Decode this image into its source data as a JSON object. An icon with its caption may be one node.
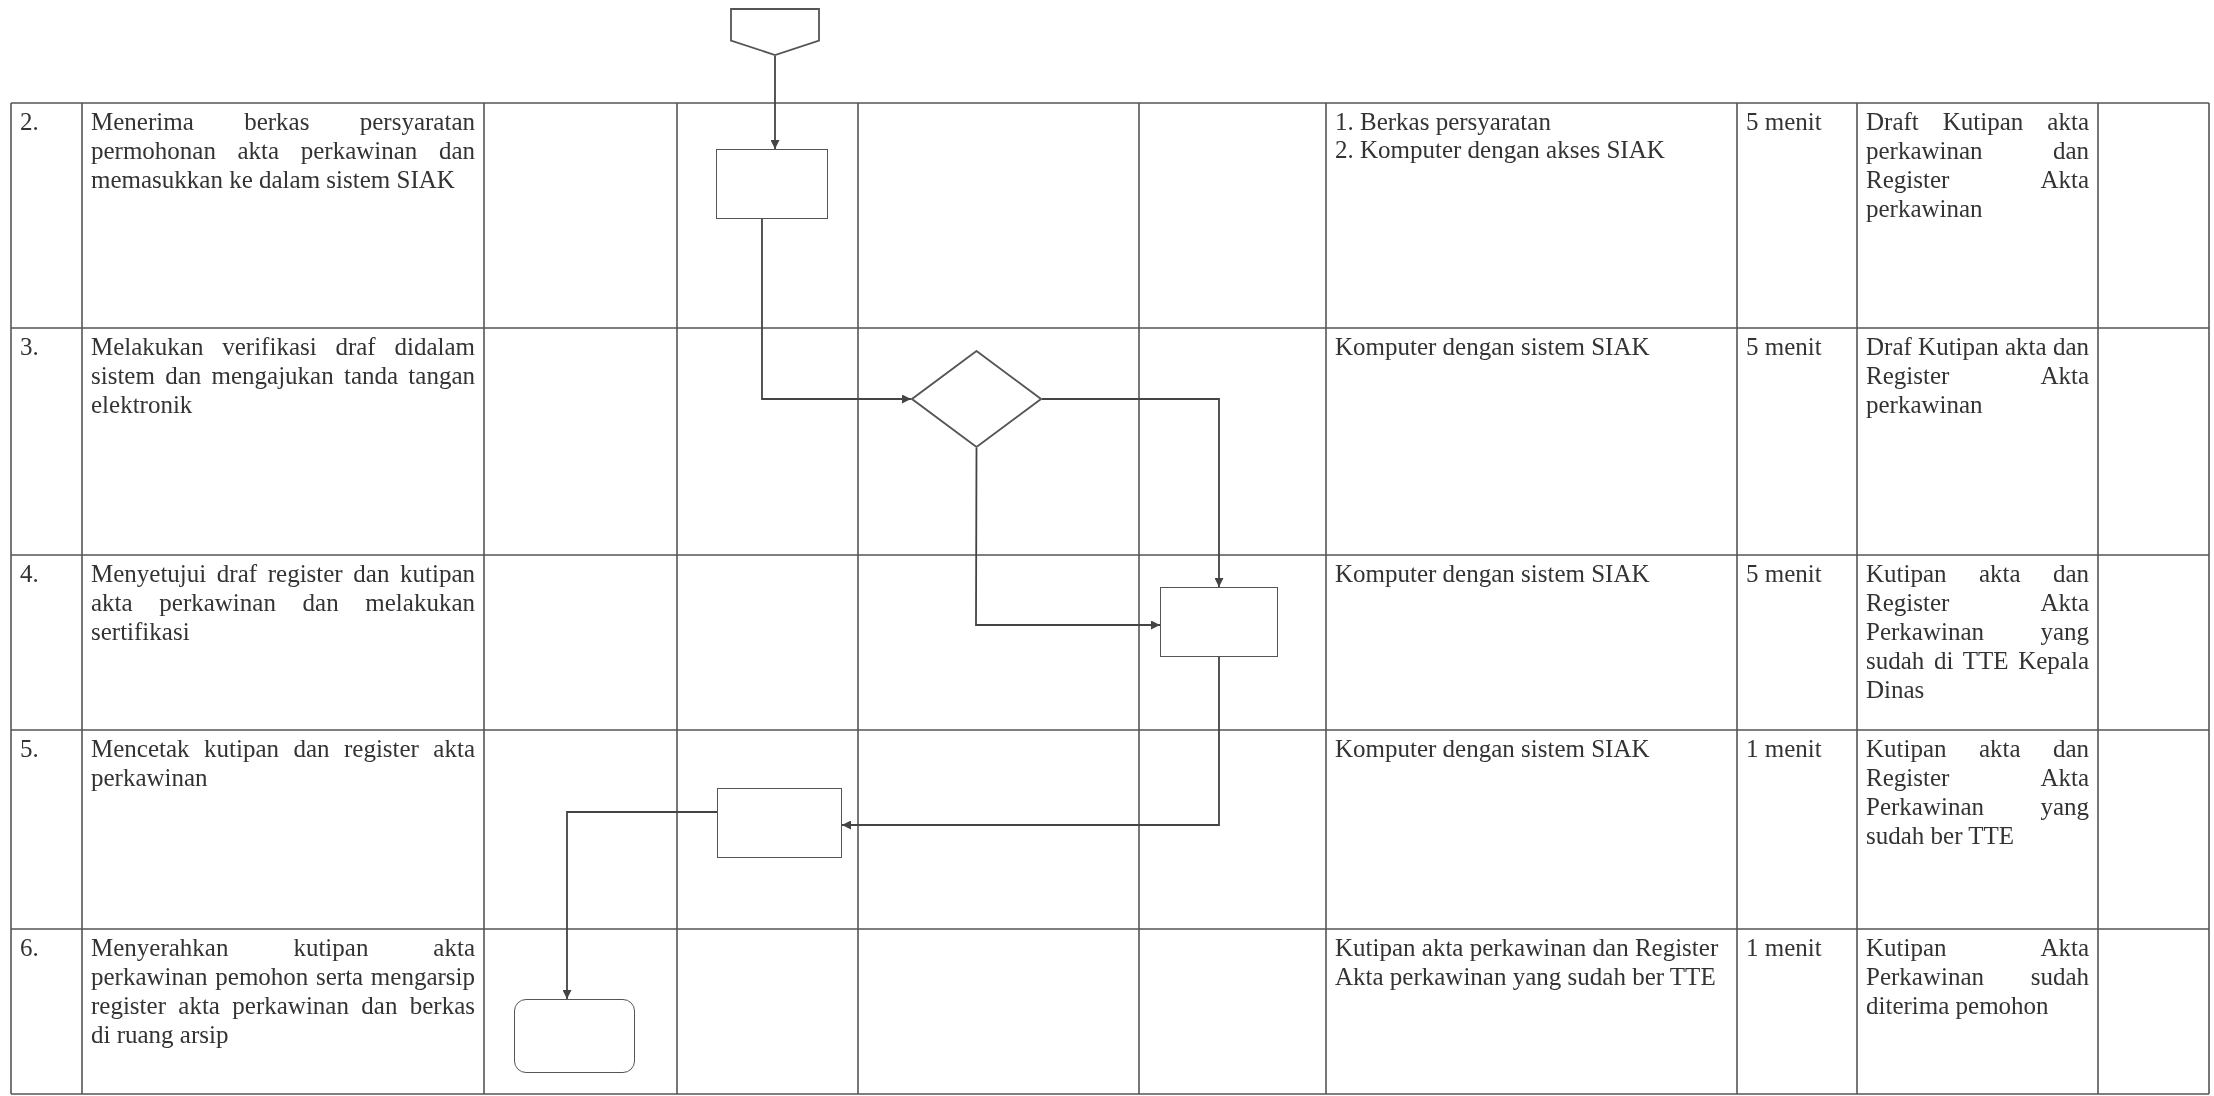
{
  "diagram": {
    "nodes": [
      {
        "text": [],
        "shape": "pentagon"
      },
      {
        "text": [],
        "shape": "box"
      },
      {
        "text": [],
        "shape": "diamond"
      },
      {
        "text": [],
        "shape": "box"
      },
      {
        "text": [],
        "shape": "box"
      },
      {
        "text": [],
        "shape": "terminal"
      }
    ],
    "edges": [
      {
        "from": 0,
        "to": 1,
        "arrow": "to"
      },
      {
        "from": 1,
        "to": 2,
        "arrow": "to"
      },
      {
        "from": 2,
        "to": 3,
        "arrow": "to"
      },
      {
        "from": 2,
        "to": 3,
        "arrow": "to"
      },
      {
        "from": 3,
        "to": 4,
        "arrow": "to"
      },
      {
        "from": 4,
        "to": 5,
        "arrow": "to"
      }
    ],
    "labels": [
      "2.",
      "Menerima berkas persyaratan permohonan akta perkawinan dan memasukkan ke dalam sistem SIAK",
      "1. Berkas persyaratan",
      "2. Komputer dengan akses SIAK",
      "5 menit",
      "Draft Kutipan akta perkawinan dan Register Akta perkawinan",
      "3.",
      "Melakukan verifikasi draf didalam sistem dan mengajukan tanda tangan elektronik",
      "Komputer dengan sistem SIAK",
      "5 menit",
      "Draf Kutipan akta dan Register Akta perkawinan",
      "4.",
      "Menyetujui draf register dan kutipan akta perkawinan dan melakukan sertifikasi",
      "Komputer dengan sistem SIAK",
      "5 menit",
      "Kutipan akta dan Register Akta Perkawinan yang sudah di TTE Kepala Dinas",
      "5.",
      "Mencetak kutipan dan register akta perkawinan",
      "Komputer dengan sistem SIAK",
      "1 menit",
      "Kutipan akta dan Register Akta Perkawinan yang sudah ber TTE",
      "6.",
      "Menyerahkan kutipan akta perkawinan pemohon serta mengarsip register akta perkawinan dan berkas di ruang arsip",
      "Kutipan akta perkawinan dan Register Akta perkawinan yang sudah ber TTE",
      "1 menit",
      "Kutipan Akta Perkawinan sudah diterima pemohon"
    ]
  }
}
